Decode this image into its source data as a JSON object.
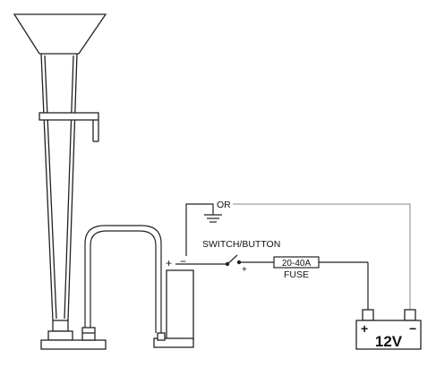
{
  "labels": {
    "or": "OR",
    "switch": "SWITCH/BUTTON",
    "fuse_rating": "20-40A",
    "fuse": "FUSE",
    "battery_voltage": "12V",
    "plus_compressor": "+",
    "minus_compressor": "−",
    "plus_switch": "+",
    "plus_battery": "+",
    "minus_battery": "−"
  },
  "colors": {
    "line": "#222222",
    "thin_wire": "#888888",
    "background": "#ffffff"
  }
}
